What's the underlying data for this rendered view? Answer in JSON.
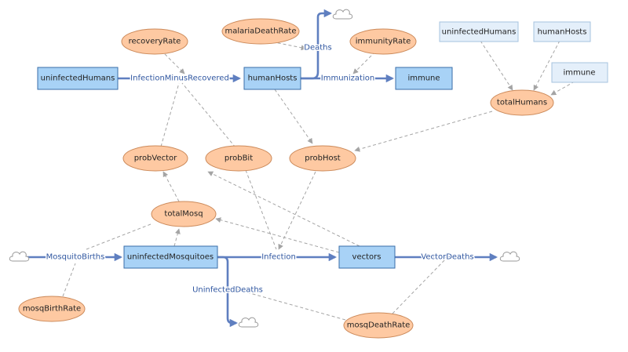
{
  "colors": {
    "stock_fill": "#a8d2f6",
    "stock_border": "#3a6ea8",
    "ghost_fill": "#e4effa",
    "aux_fill": "#fec9a2",
    "aux_border": "#cc8a5a",
    "flow": "#5f7fc0",
    "flow_label": "#2f56a0",
    "link": "#a4a4a4"
  },
  "stocks": {
    "uninfected_humans": "uninfectedHumans",
    "human_hosts": "humanHosts",
    "immune": "immune",
    "uninfected_mosquitoes": "uninfectedMosquitoes",
    "vectors": "vectors"
  },
  "ghosts": {
    "uninfected_humans": "uninfectedHumans",
    "human_hosts": "humanHosts",
    "immune": "immune"
  },
  "auxiliaries": {
    "recovery_rate": "recoveryRate",
    "malaria_death_rate": "malariaDeathRate",
    "immunity_rate": "immunityRate",
    "total_humans": "totalHumans",
    "prob_vector": "probVector",
    "prob_bit": "probBit",
    "prob_host": "probHost",
    "total_mosq": "totalMosq",
    "mosq_birth_rate": "mosqBirthRate",
    "mosq_death_rate": "mosqDeathRate"
  },
  "flows": {
    "infection_minus_recovered": "InfectionMinusRecovered",
    "deaths": "Deaths",
    "immunization": "Immunization",
    "mosquito_births": "MosquitoBirths",
    "infection": "Infection",
    "vector_deaths": "VectorDeaths",
    "uninfected_deaths": "UninfectedDeaths"
  },
  "icons": {
    "cloud": "cloud-icon",
    "arrowhead": "arrowhead-icon"
  }
}
